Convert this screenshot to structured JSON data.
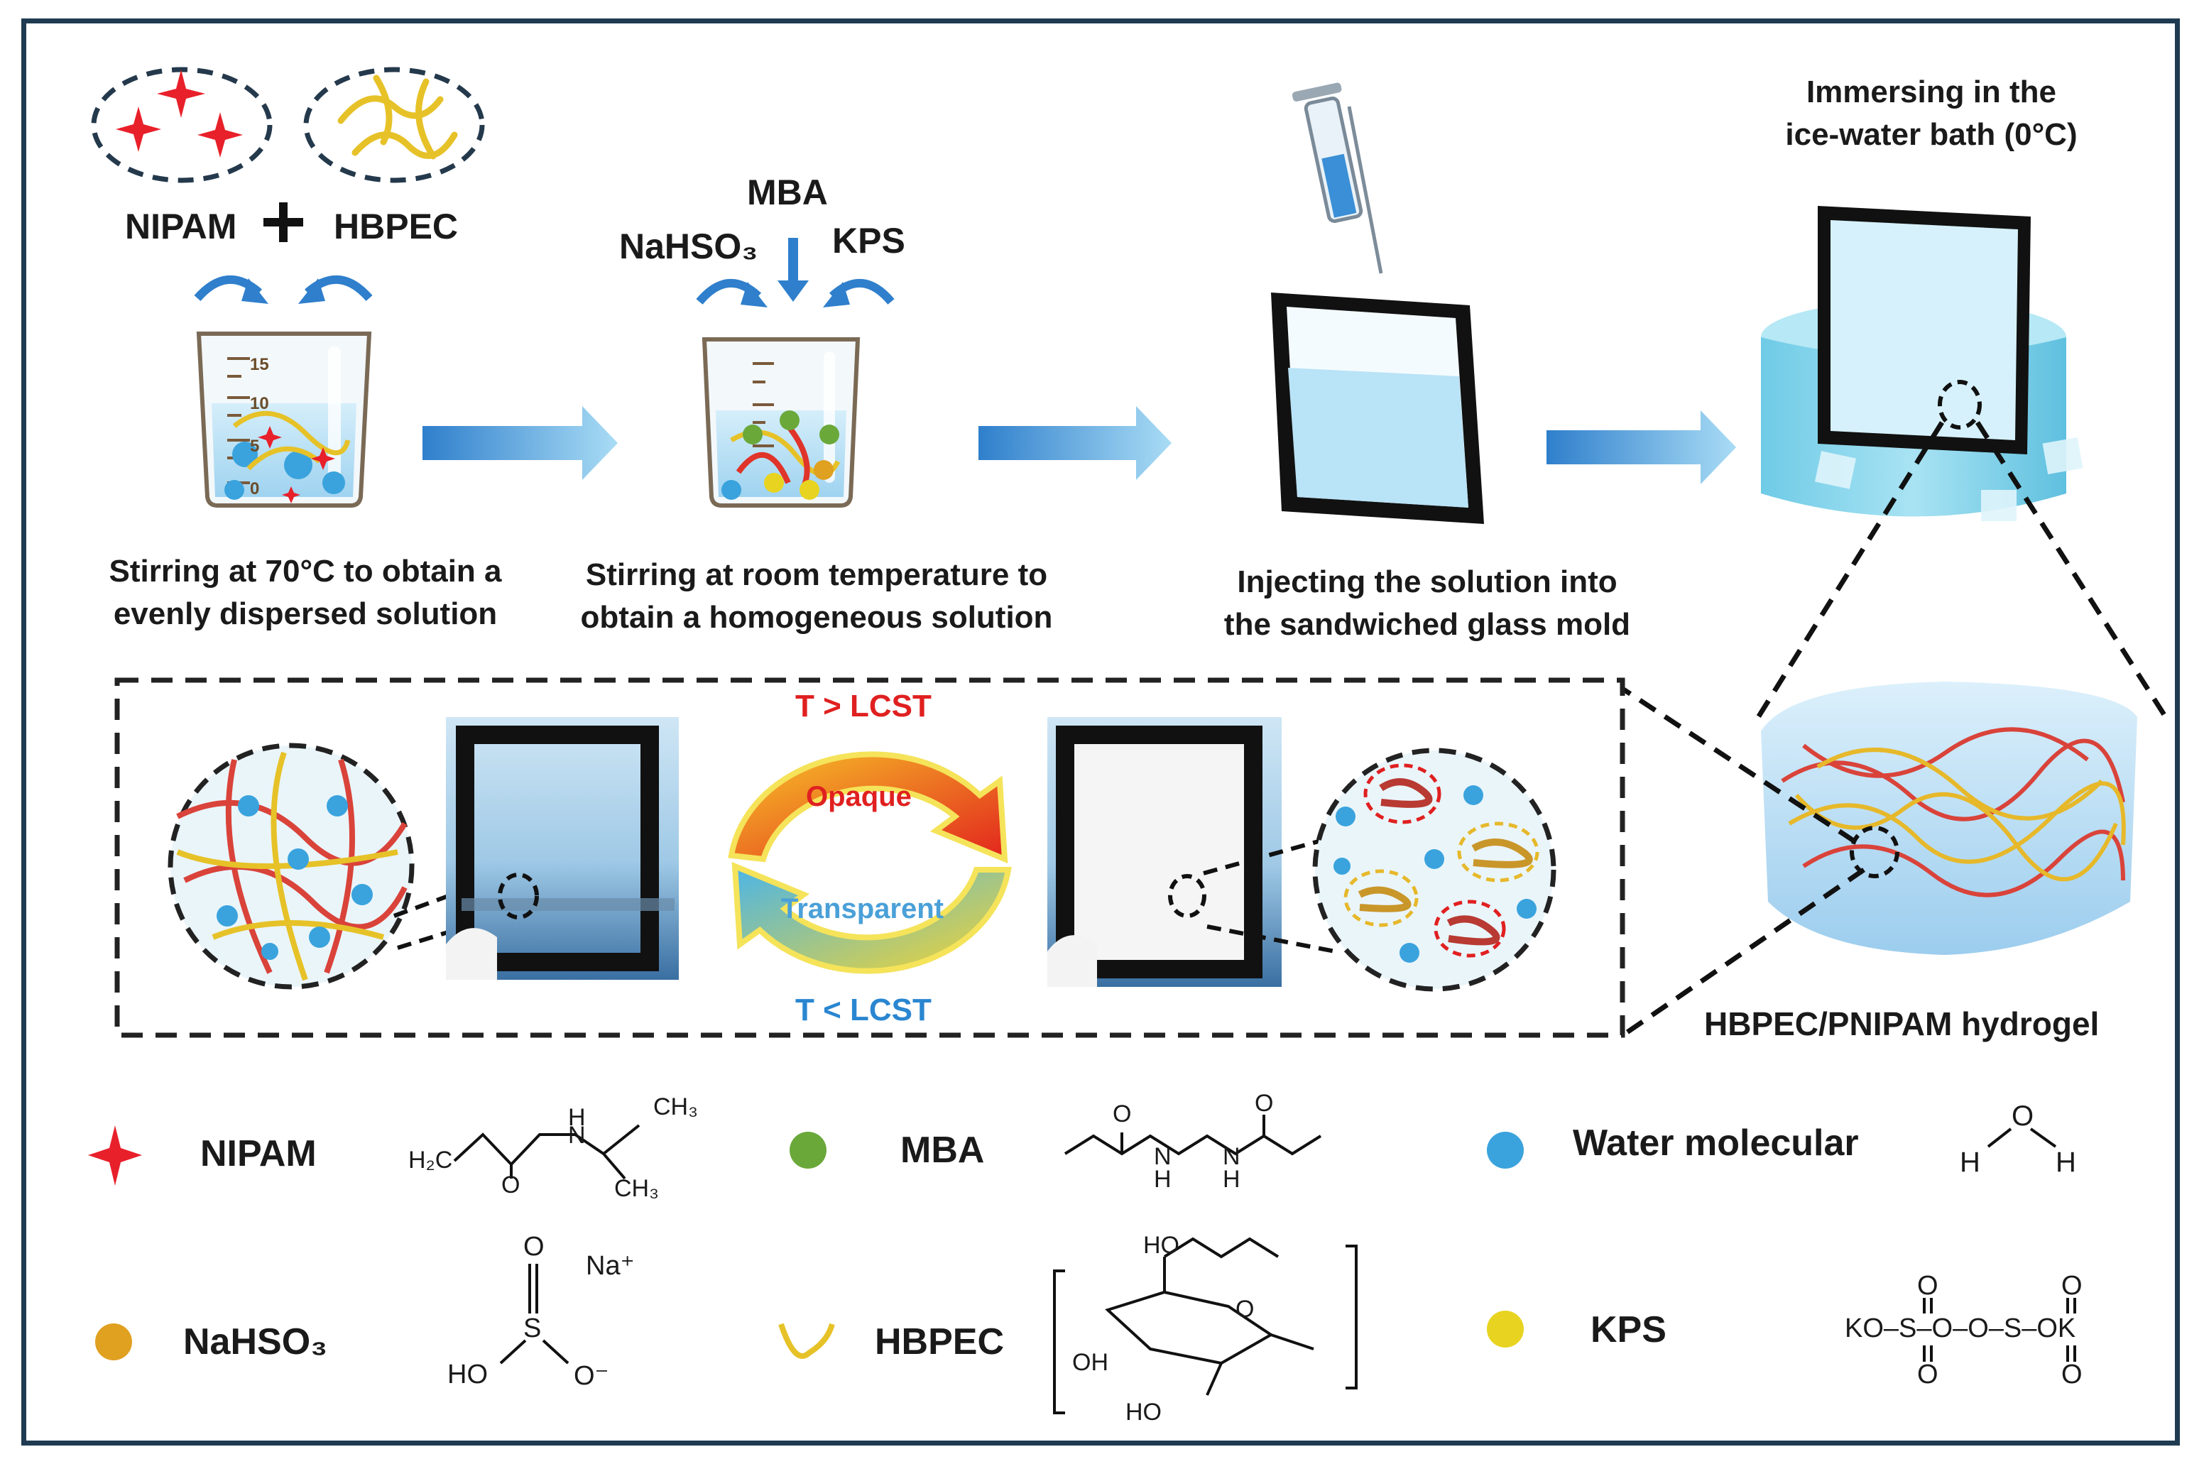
{
  "step1": {
    "reagent_a": "NIPAM",
    "plus": "+",
    "reagent_b": "HBPEC",
    "caption_line1": "Stirring at 70°C to obtain a",
    "caption_line2": "evenly dispersed solution"
  },
  "step2": {
    "mba": "MBA",
    "nahso3": "NaHSO₃",
    "kps": "KPS",
    "caption_line1": "Stirring at room temperature to",
    "caption_line2": "obtain a homogeneous solution"
  },
  "step3": {
    "caption_line1": "Injecting the solution into",
    "caption_line2": "the sandwiched glass mold"
  },
  "step4": {
    "caption_line1": "Immersing in the",
    "caption_line2": "ice-water bath (0°C)"
  },
  "beaker_ticks": [
    "15",
    "10",
    "5",
    "0"
  ],
  "cycle": {
    "top": "T > LCST",
    "opaque": "Opaque",
    "transparent": "Transparent",
    "bottom": "T < LCST"
  },
  "hydrogel_label": "HBPEC/PNIPAM  hydrogel",
  "legend": {
    "nipam": "NIPAM",
    "mba": "MBA",
    "water": "Water molecular",
    "nahso3": "NaHSO₃",
    "hbpec": "HBPEC",
    "kps": "KPS"
  },
  "chem": {
    "ch3": "CH₃",
    "h2c": "H₂C",
    "n": "N",
    "h": "H",
    "o": "O",
    "na": "Na⁺",
    "s": "S",
    "ho": "HO",
    "o_minus": "O⁻",
    "oh": "OH",
    "kps_formula": "KO–S–O–O–S–OK"
  },
  "colors": {
    "frame": "#1f3b52",
    "arrow_blue": "#3a8fd6",
    "nipam_red": "#e8202a",
    "mba_green": "#6aa83a",
    "water_blue": "#3aa3dd",
    "nahso3_orange": "#e0a020",
    "kps_yellow": "#e8d420",
    "hbpec_yellow": "#e6c228",
    "lcst_red": "#e02020",
    "lcst_blue": "#2a86d0"
  }
}
